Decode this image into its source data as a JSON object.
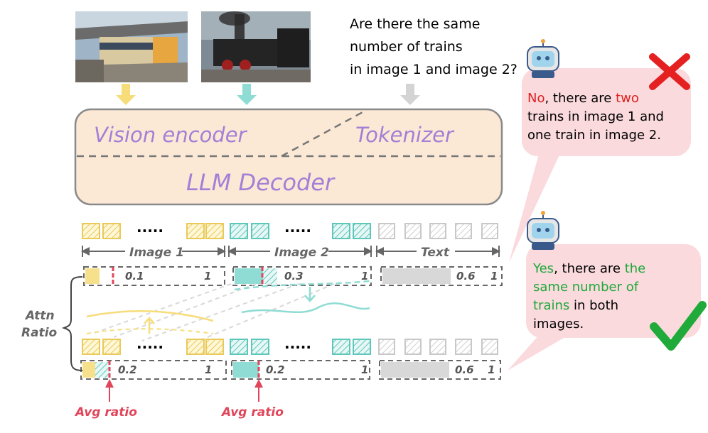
{
  "question": {
    "line1": "Are there the same",
    "line2": "number of trains",
    "line3": "in image 1 and image 2?"
  },
  "model": {
    "vision_encoder": "Vision  encoder",
    "tokenizer": "Tokenizer",
    "decoder": "LLM   Decoder"
  },
  "tokens": {
    "ellipsis": "·····",
    "image1_label": "Image 1",
    "image2_label": "Image 2",
    "text_label": "Text"
  },
  "attn_label": {
    "line1": "Attn",
    "line2": "Ratio"
  },
  "bars_before": {
    "image1": {
      "ratio": "0.1",
      "max": "1"
    },
    "image2": {
      "ratio": "0.3",
      "max": "1"
    },
    "text": {
      "ratio": "0.6",
      "max": "1"
    }
  },
  "bars_after": {
    "image1": {
      "ratio": "0.2",
      "max": "1"
    },
    "image2": {
      "ratio": "0.2",
      "max": "1"
    },
    "text": {
      "ratio": "0.6",
      "max": "1"
    }
  },
  "avg_ratio_label": "Avg ratio",
  "answers": {
    "wrong": {
      "no": "No",
      "part1": ", there are ",
      "two": "two",
      "line2": "trains in image 1 and",
      "line3": "one train in image 2."
    },
    "right": {
      "yes": "Yes",
      "part1": ", there are ",
      "the": "the",
      "line2": "same number of",
      "trains": "trains",
      "in_both": " in both",
      "line4": "images."
    }
  },
  "colors": {
    "image1": "#f7e08c",
    "image2": "#8fdcd4",
    "text": "#d8d8d8",
    "avg_marker": "#e0455a",
    "wrong_text": "#e02020",
    "right_text": "#1fa83a",
    "bubble": "#fadadd",
    "model_box": "#fbe9d6",
    "purple": "#a47fd6"
  },
  "icons": [
    "train-photo-1",
    "train-photo-2",
    "robot-icon",
    "cross-icon",
    "check-icon"
  ]
}
